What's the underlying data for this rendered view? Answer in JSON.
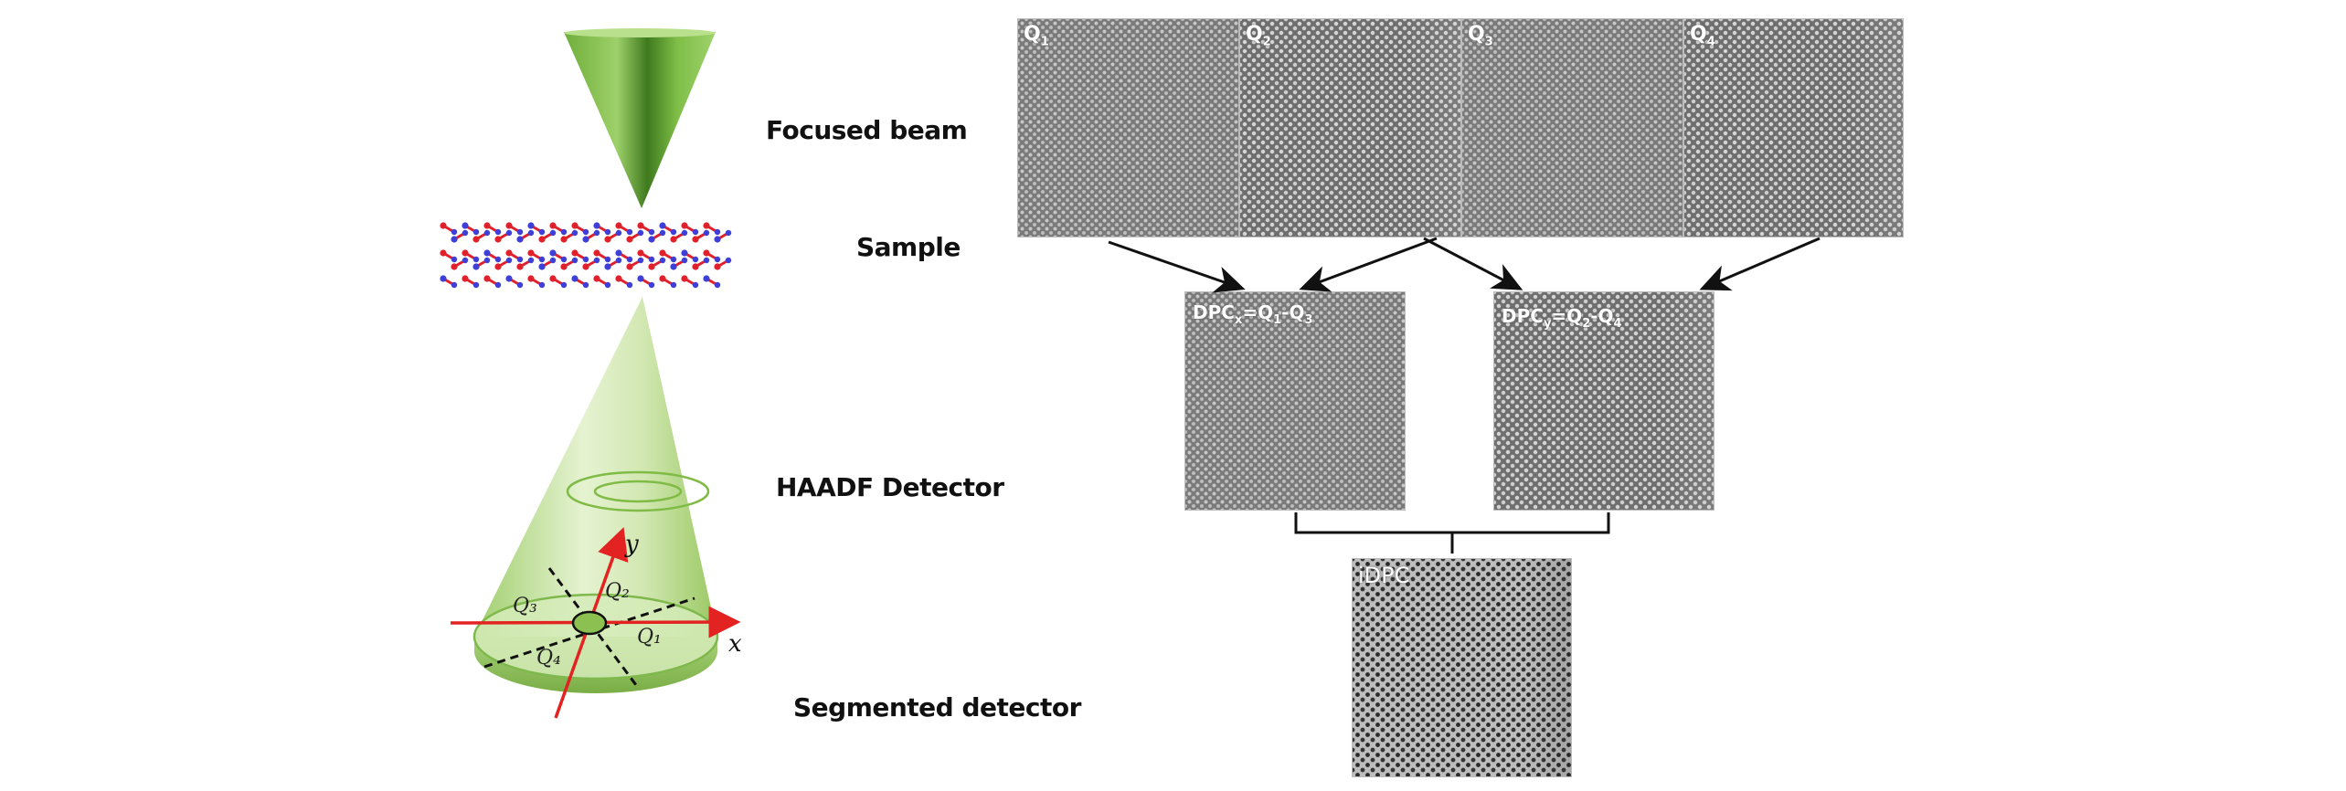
{
  "figure": {
    "left_labels": {
      "focused_beam": "Focused beam",
      "sample": "Sample",
      "haadf": "HAADF Detector",
      "segmented": "Segmented detector"
    },
    "detector": {
      "axis_x": "x",
      "axis_y": "y",
      "quadrants": [
        "Q₁",
        "Q₂",
        "Q₃",
        "Q₄"
      ]
    },
    "colors": {
      "cone_green": "#8cc152",
      "cone_light": "#dfeec6",
      "axis_red": "#e32222",
      "atom_red": "#e0202a",
      "atom_blue": "#3d3fd6"
    },
    "top_panels": [
      {
        "base": "Q",
        "sub": "1"
      },
      {
        "base": "Q",
        "sub": "2"
      },
      {
        "base": "Q",
        "sub": "3"
      },
      {
        "base": "Q",
        "sub": "4"
      }
    ],
    "dpc_panels": [
      {
        "pre": "DPC",
        "sub": "x",
        "eq": "=Q",
        "s1": "1",
        "mid": "-Q",
        "s2": "3"
      },
      {
        "pre": "DPC",
        "sub": "y",
        "eq": "=Q",
        "s1": "2",
        "mid": "-Q",
        "s2": "4"
      }
    ],
    "idpc_label": "iDPC",
    "flow": [
      {
        "from": "Q1",
        "to": "DPCx"
      },
      {
        "from": "Q3",
        "to": "DPCx"
      },
      {
        "from": "Q2",
        "to": "DPCy"
      },
      {
        "from": "Q4",
        "to": "DPCy"
      },
      {
        "from": "DPCx+DPCy",
        "to": "iDPC"
      }
    ]
  }
}
